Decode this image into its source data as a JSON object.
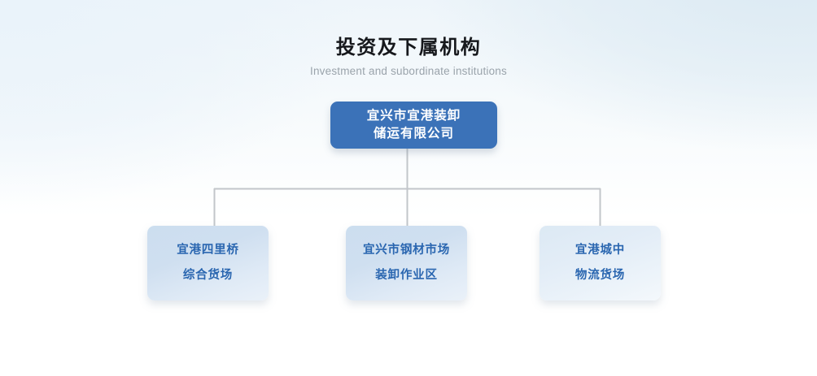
{
  "heading": {
    "title_cn": "投资及下属机构",
    "title_en": "Investment and subordinate institutions"
  },
  "colors": {
    "root_fill": "#3b72b8",
    "root_text": "#ffffff",
    "child_fill": "#cfdff0",
    "child_text": "#2a66b0",
    "connector": "#c2c6ca",
    "title_text": "#16181c",
    "subtitle_text": "#9aa3ab"
  },
  "org_chart": {
    "root": {
      "line1": "宜兴市宜港装卸",
      "line2": "储运有限公司"
    },
    "children": [
      {
        "line1": "宜港四里桥",
        "line2": "综合货场"
      },
      {
        "line1": "宜兴市钢材市场",
        "line2": "装卸作业区"
      },
      {
        "line1": "宜港城中",
        "line2": "物流货场"
      }
    ]
  }
}
